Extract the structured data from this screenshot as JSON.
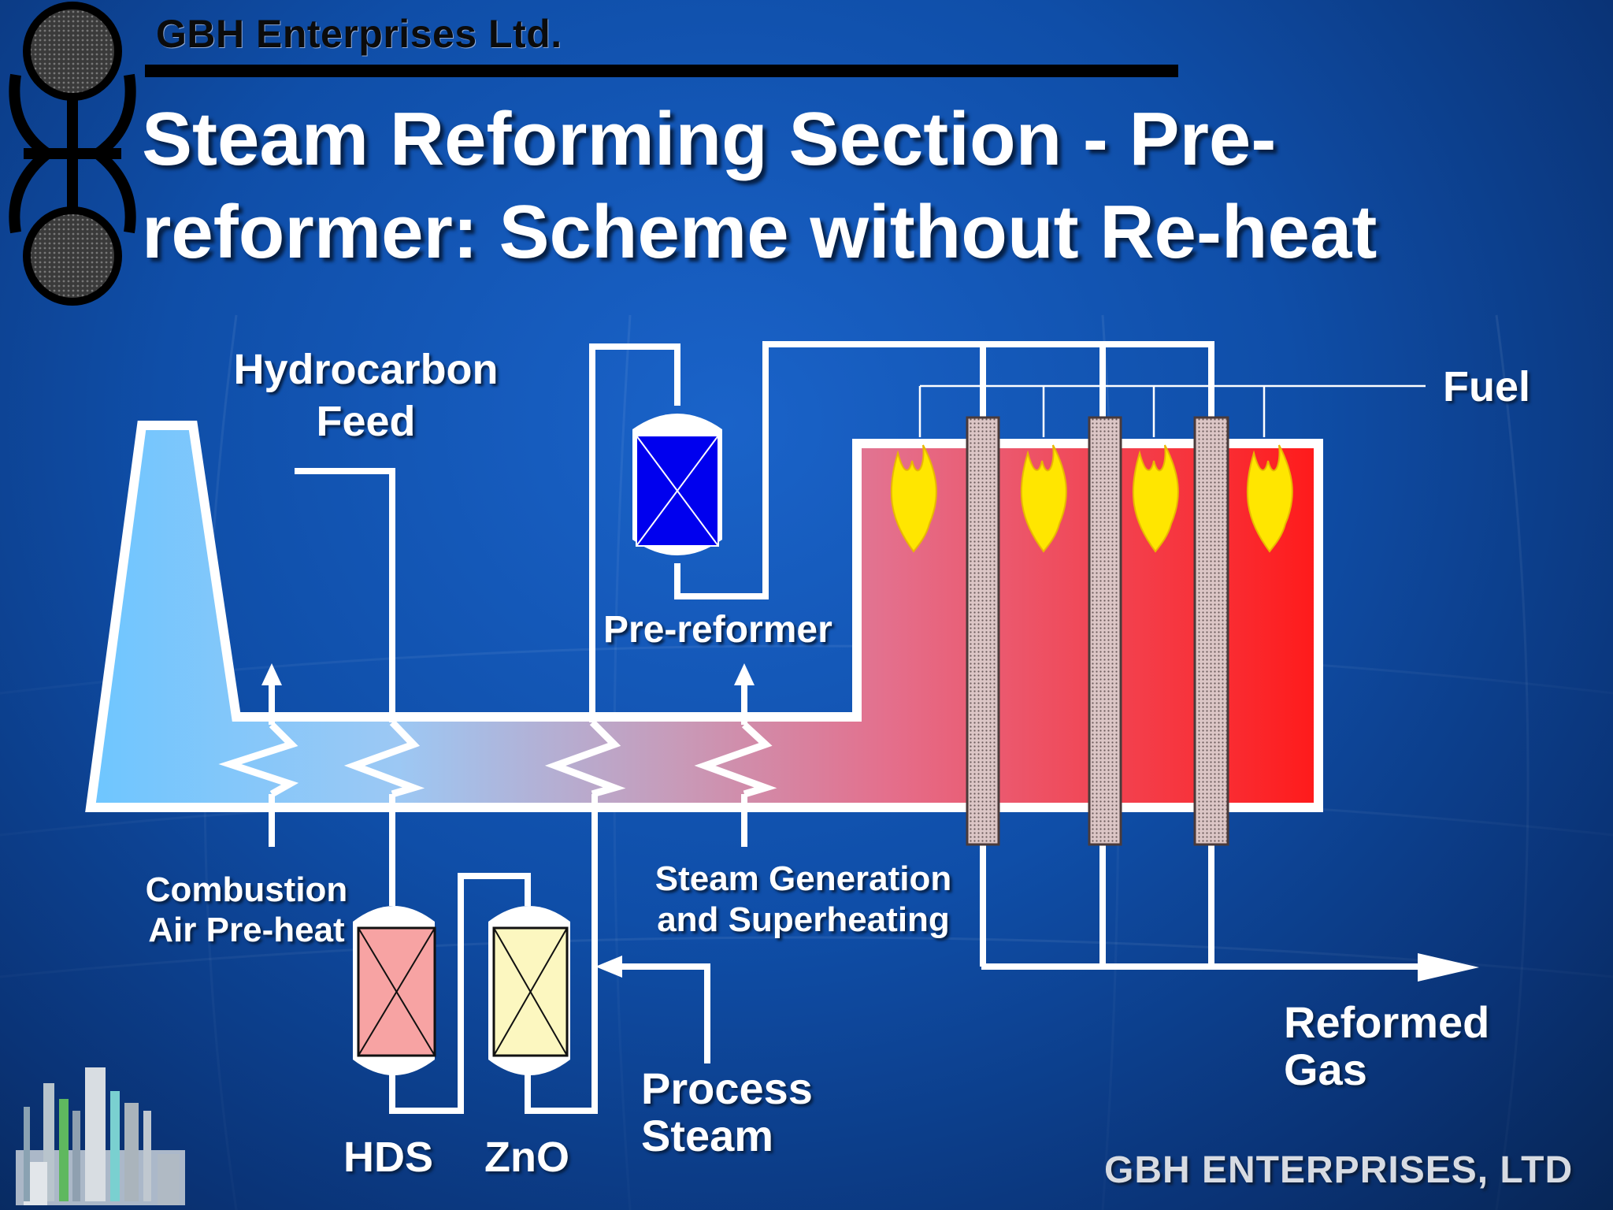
{
  "header": {
    "company": "GBH Enterprises Ltd.",
    "title": "Steam Reforming Section - Pre-reformer: Scheme without Re-heat"
  },
  "labels": {
    "hydrocarbon_feed": "Hydrocarbon Feed",
    "fuel": "Fuel",
    "pre_reformer": "Pre-reformer",
    "combustion_air_preheat": "Combustion Air Pre-heat",
    "steam_generation": "Steam Generation and Superheating",
    "hds": "HDS",
    "zno": "ZnO",
    "process_steam": "Process Steam",
    "reformed_gas": "Reformed Gas"
  },
  "footer": "GBH ENTERPRISES, LTD",
  "colors": {
    "flue_cold": "#6ec6ff",
    "furnace_hot": "#ff1a1a",
    "pre_reformer_vessel": "#0000ee",
    "hds_vessel": "#f7a3a3",
    "zno_vessel": "#fcf7c0",
    "flame": "#ffe600",
    "line": "#ffffff"
  }
}
